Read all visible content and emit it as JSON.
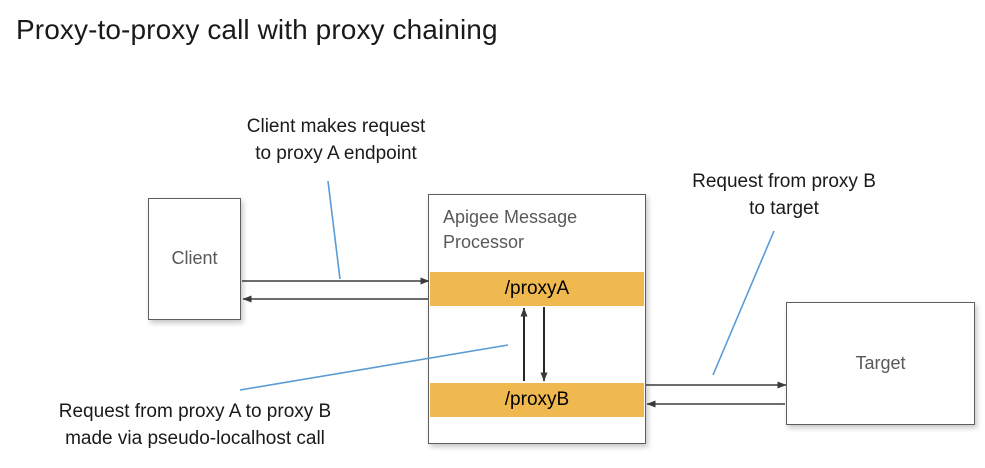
{
  "page": {
    "title": "Proxy-to-proxy call with proxy chaining",
    "background_color": "#ffffff"
  },
  "colors": {
    "title_text": "#1a1a1a",
    "node_border": "#5d5d5d",
    "node_label_text": "#595959",
    "proxy_band_fill": "#efb950",
    "proxy_band_text": "#000000",
    "arrow_stroke": "#3b3b3b",
    "leader_line_stroke": "#5b9bd5",
    "annotation_text": "#1a1a1a"
  },
  "nodes": {
    "client": {
      "label": "Client"
    },
    "target": {
      "label": "Target"
    },
    "message_processor": {
      "label": "Apigee Message\nProcessor",
      "bands": [
        {
          "name": "proxy-a",
          "label": "/proxyA"
        },
        {
          "name": "proxy-b",
          "label": "/proxyB"
        }
      ]
    }
  },
  "annotations": [
    {
      "name": "client-request",
      "text": "Client makes request\nto proxy A endpoint"
    },
    {
      "name": "target-request",
      "text": "Request from proxy B\nto target"
    },
    {
      "name": "proxy-chain",
      "text": "Request from proxy A to proxy B\nmade via pseudo-localhost call"
    }
  ],
  "flows": [
    {
      "name": "client-to-proxy-a",
      "from": "client",
      "to": "proxy-a",
      "direction": "right"
    },
    {
      "name": "proxy-a-to-client",
      "from": "proxy-a",
      "to": "client",
      "direction": "left"
    },
    {
      "name": "proxy-a-to-proxy-b",
      "from": "proxy-a",
      "to": "proxy-b",
      "direction": "down"
    },
    {
      "name": "proxy-b-to-proxy-a",
      "from": "proxy-b",
      "to": "proxy-a",
      "direction": "up"
    },
    {
      "name": "proxy-b-to-target",
      "from": "proxy-b",
      "to": "target",
      "direction": "right"
    },
    {
      "name": "target-to-proxy-b",
      "from": "target",
      "to": "proxy-b",
      "direction": "left"
    }
  ]
}
